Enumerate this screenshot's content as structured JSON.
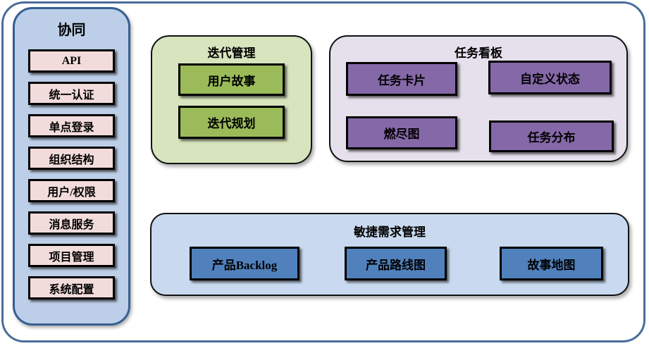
{
  "sidebar": {
    "title": "协同",
    "items": [
      "API",
      "统一认证",
      "单点登录",
      "组织结构",
      "用户/权限",
      "消息服务",
      "项目管理",
      "系统配置"
    ]
  },
  "groups": {
    "iteration": {
      "title": "迭代管理",
      "items": [
        "用户故事",
        "迭代规划"
      ]
    },
    "taskboard": {
      "title": "任务看板",
      "items": [
        "任务卡片",
        "自定义状态",
        "燃尽图",
        "任务分布"
      ]
    },
    "agile": {
      "title": "敏捷需求管理",
      "items": [
        "产品Backlog",
        "产品路线图",
        "故事地图"
      ]
    }
  },
  "colors": {
    "frame_border": "#4a6d9b",
    "sidebar_fill": "#bdcfe8",
    "sidebar_border": "#365f91",
    "sidebar_item_fill": "#f2dcdb",
    "iteration_fill": "#d7e4bd",
    "iteration_item_fill": "#9bbb59",
    "taskboard_fill": "#e5e0ec",
    "taskboard_item_fill": "#8568a8",
    "agile_fill": "#c9daf0",
    "agile_item_fill": "#5081bd",
    "box_border": "#000000",
    "text": "#000000"
  }
}
